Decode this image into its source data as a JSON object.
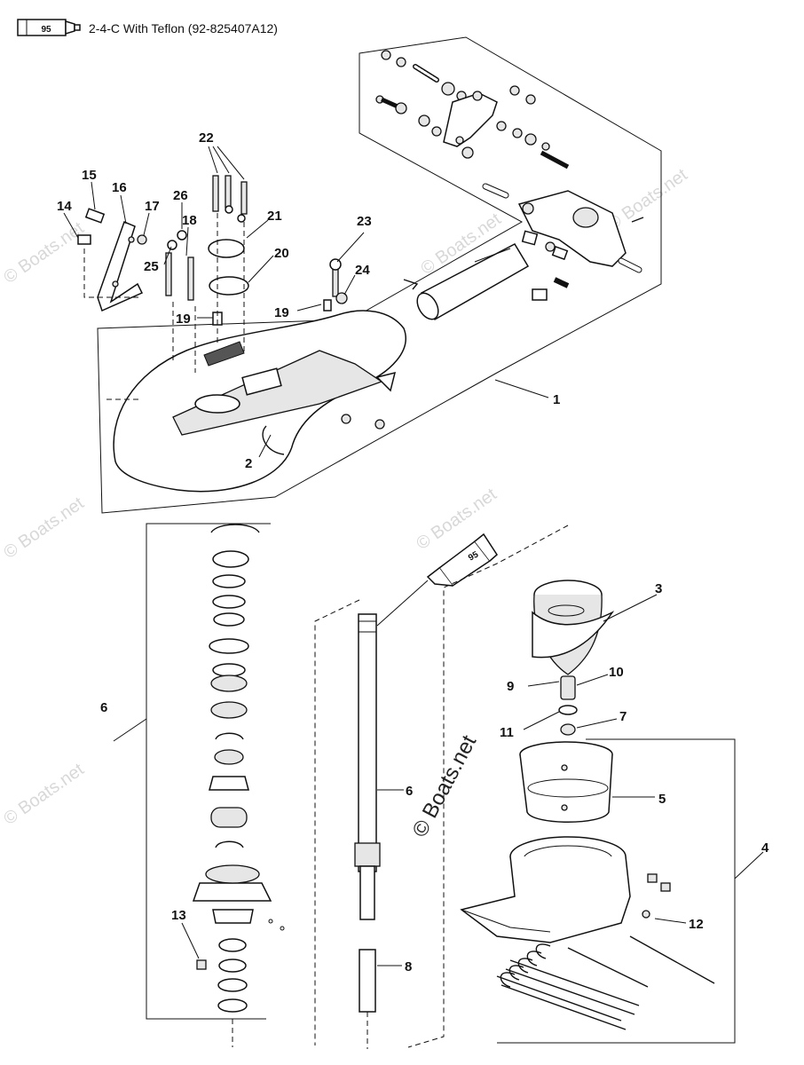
{
  "header": {
    "tube_code": "95",
    "note": "2-4-C  With Teflon (92-825407A12)"
  },
  "tube_marker": "95",
  "watermarks": {
    "faint": "© Boats.net",
    "center": "© Boats.net"
  },
  "callouts": [
    {
      "id": "1",
      "text": "1"
    },
    {
      "id": "2",
      "text": "2"
    },
    {
      "id": "3",
      "text": "3"
    },
    {
      "id": "4",
      "text": "4"
    },
    {
      "id": "5",
      "text": "5"
    },
    {
      "id": "6a",
      "text": "6"
    },
    {
      "id": "6b",
      "text": "6"
    },
    {
      "id": "7",
      "text": "7"
    },
    {
      "id": "8",
      "text": "8"
    },
    {
      "id": "9",
      "text": "9"
    },
    {
      "id": "10",
      "text": "10"
    },
    {
      "id": "11",
      "text": "11"
    },
    {
      "id": "12",
      "text": "12"
    },
    {
      "id": "13",
      "text": "13"
    },
    {
      "id": "14",
      "text": "14"
    },
    {
      "id": "15",
      "text": "15"
    },
    {
      "id": "16",
      "text": "16"
    },
    {
      "id": "17",
      "text": "17"
    },
    {
      "id": "18",
      "text": "18"
    },
    {
      "id": "19a",
      "text": "19"
    },
    {
      "id": "19b",
      "text": "19"
    },
    {
      "id": "20",
      "text": "20"
    },
    {
      "id": "21",
      "text": "21"
    },
    {
      "id": "22",
      "text": "22"
    },
    {
      "id": "23",
      "text": "23"
    },
    {
      "id": "24",
      "text": "24"
    },
    {
      "id": "25",
      "text": "25"
    },
    {
      "id": "26",
      "text": "26"
    }
  ]
}
